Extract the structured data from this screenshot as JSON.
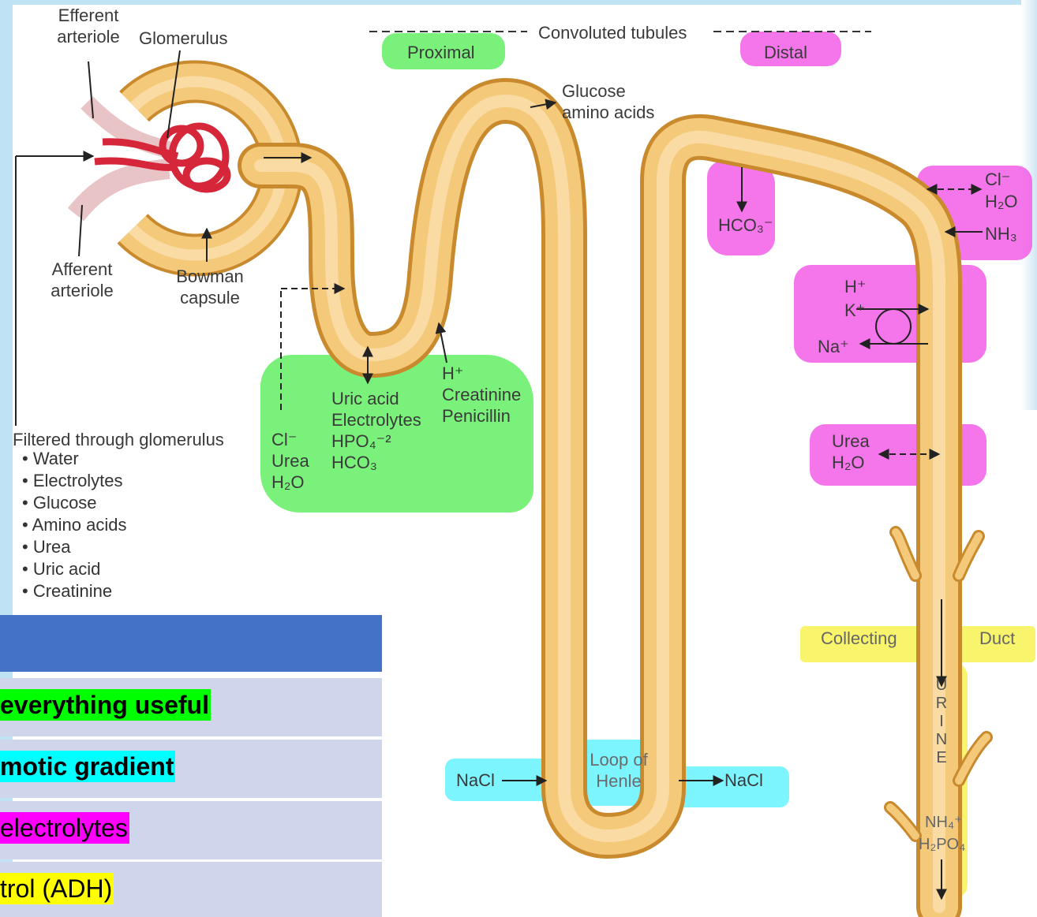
{
  "labels": {
    "efferent_arteriole_1": "Efferent",
    "efferent_arteriole_2": "arteriole",
    "glomerulus": "Glomerulus",
    "afferent_arteriole_1": "Afferent",
    "afferent_arteriole_2": "arteriole",
    "bowman_1": "Bowman",
    "bowman_2": "capsule",
    "convoluted_tubules": "Convoluted tubules",
    "proximal": "Proximal",
    "distal": "Distal",
    "glucose_1": "Glucose",
    "glucose_2": "amino acids",
    "filtered_title": "Filtered through glomerulus",
    "loop_1": "Loop of",
    "loop_2": "Henle",
    "nacl_in": "NaCl",
    "nacl_out": "NaCl",
    "collecting": "Collecting",
    "duct": "Duct",
    "urine_letters": [
      "U",
      "R",
      "I",
      "N",
      "E"
    ]
  },
  "filtered_items": [
    "Water",
    "Electrolytes",
    "Glucose",
    "Amino acids",
    "Urea",
    "Uric acid",
    "Creatinine"
  ],
  "proximal_substances": {
    "col1": [
      "Cl⁻",
      "Urea",
      "H₂O"
    ],
    "col2": [
      "Uric acid",
      "Electrolytes",
      "HPO₄⁻²",
      "HCO₃"
    ],
    "col3": [
      "H⁺",
      "Creatinine",
      "Penicillin"
    ]
  },
  "distal_substances": {
    "hco3": "HCO₃⁻",
    "cl": "Cl⁻",
    "h2o": "H₂O",
    "nh3": "NH₃",
    "h": "H⁺",
    "k": "K⁺",
    "na": "Na⁺",
    "urea": "Urea",
    "urea_h2o": "H₂O",
    "nh4": "NH₄⁺",
    "h2po4": "H₂PO₄"
  },
  "legend": {
    "rows": [
      {
        "text": "everything useful",
        "highlight": "#00ff00"
      },
      {
        "text": "motic gradient",
        "highlight": "#00ffff"
      },
      {
        "text": "electrolytes",
        "highlight": "#ff00ff"
      },
      {
        "text": "trol (ADH)",
        "highlight": "#ffff00"
      }
    ]
  },
  "colors": {
    "tubule": "#f4c97a",
    "tubule_edge": "#c98a2e",
    "vessel": "#d6263a",
    "green_highlight": "#6ff06f",
    "pink_highlight": "#f24ee6",
    "cyan_highlight": "#3ff0ff",
    "yellow_highlight": "#f7f24a",
    "legend_header": "#4472c4",
    "legend_row": "#cfd5ea"
  }
}
